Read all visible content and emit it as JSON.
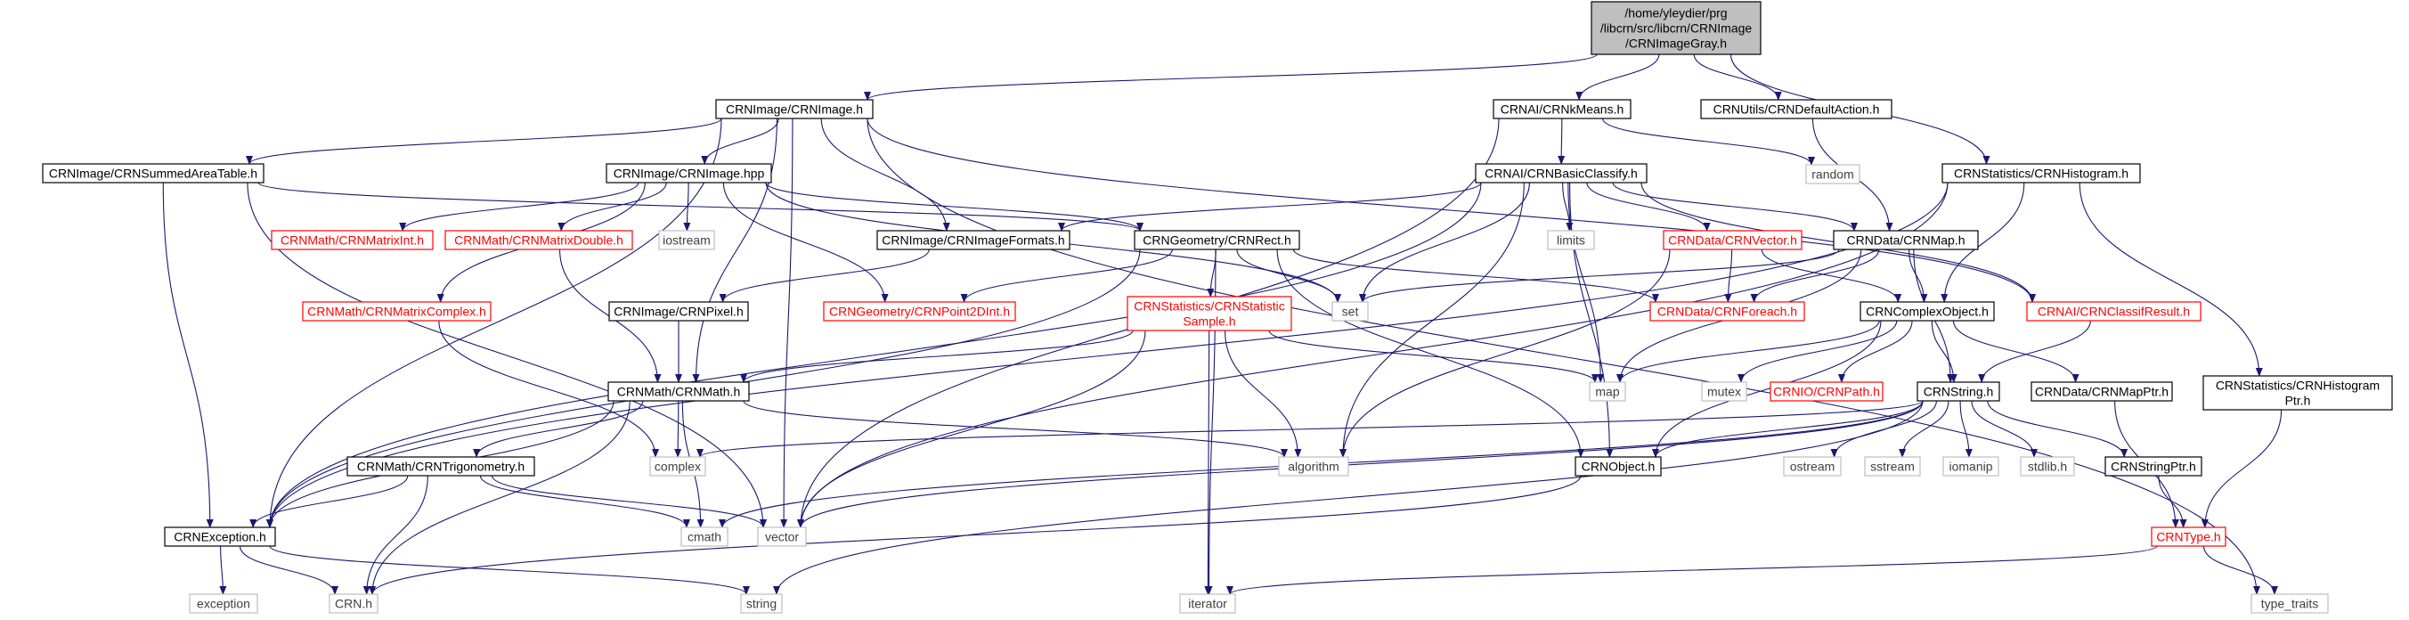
{
  "colors": {
    "edge": "#191970",
    "root_fill": "#bfbfbf",
    "local_border": "#000000",
    "truncated_border": "#ff0000",
    "system_border": "#bfbfbf",
    "local_text": "#000000",
    "truncated_text": "#ff0000",
    "system_text": "#3f3f3f"
  },
  "nodes": {
    "root": {
      "lines": [
        "/home/yleydier/prg",
        "/libcrn/src/libcrn/CRNImage",
        "/CRNImageGray.h"
      ],
      "kind": "root"
    },
    "crnimage_h": {
      "lines": [
        "CRNImage/CRNImage.h"
      ],
      "kind": "local"
    },
    "kmeans": {
      "lines": [
        "CRNAI/CRNkMeans.h"
      ],
      "kind": "local"
    },
    "defaultaction": {
      "lines": [
        "CRNUtils/CRNDefaultAction.h"
      ],
      "kind": "local"
    },
    "histogram": {
      "lines": [
        "CRNStatistics/CRNHistogram.h"
      ],
      "kind": "local"
    },
    "summedarea": {
      "lines": [
        "CRNImage/CRNSummedAreaTable.h"
      ],
      "kind": "local"
    },
    "crnimage_hpp": {
      "lines": [
        "CRNImage/CRNImage.hpp"
      ],
      "kind": "local"
    },
    "basicclassify": {
      "lines": [
        "CRNAI/CRNBasicClassify.h"
      ],
      "kind": "local"
    },
    "random": {
      "lines": [
        "random"
      ],
      "kind": "system"
    },
    "matrixint": {
      "lines": [
        "CRNMath/CRNMatrixInt.h"
      ],
      "kind": "truncated"
    },
    "matrixdouble": {
      "lines": [
        "CRNMath/CRNMatrixDouble.h"
      ],
      "kind": "truncated"
    },
    "iostream": {
      "lines": [
        "iostream"
      ],
      "kind": "system"
    },
    "imageformats": {
      "lines": [
        "CRNImage/CRNImageFormats.h"
      ],
      "kind": "local"
    },
    "rect": {
      "lines": [
        "CRNGeometry/CRNRect.h"
      ],
      "kind": "local"
    },
    "limits": {
      "lines": [
        "limits"
      ],
      "kind": "system"
    },
    "vector_h": {
      "lines": [
        "CRNData/CRNVector.h"
      ],
      "kind": "truncated"
    },
    "map_h": {
      "lines": [
        "CRNData/CRNMap.h"
      ],
      "kind": "local"
    },
    "classifresult": {
      "lines": [
        "CRNAI/CRNClassifResult.h"
      ],
      "kind": "truncated"
    },
    "matrixcomplex": {
      "lines": [
        "CRNMath/CRNMatrixComplex.h"
      ],
      "kind": "truncated"
    },
    "pixel": {
      "lines": [
        "CRNImage/CRNPixel.h"
      ],
      "kind": "local"
    },
    "point2dint": {
      "lines": [
        "CRNGeometry/CRNPoint2DInt.h"
      ],
      "kind": "truncated"
    },
    "statsample": {
      "lines": [
        "CRNStatistics/CRNStatistic",
        "Sample.h"
      ],
      "kind": "truncated"
    },
    "set": {
      "lines": [
        "set"
      ],
      "kind": "system"
    },
    "foreach": {
      "lines": [
        "CRNData/CRNForeach.h"
      ],
      "kind": "truncated"
    },
    "complexobject": {
      "lines": [
        "CRNComplexObject.h"
      ],
      "kind": "local"
    },
    "histogramptr": {
      "lines": [
        "CRNStatistics/CRNHistogram",
        "Ptr.h"
      ],
      "kind": "local"
    },
    "crnmath": {
      "lines": [
        "CRNMath/CRNMath.h"
      ],
      "kind": "local"
    },
    "map": {
      "lines": [
        "map"
      ],
      "kind": "system"
    },
    "mutex": {
      "lines": [
        "mutex"
      ],
      "kind": "system"
    },
    "crnpath": {
      "lines": [
        "CRNIO/CRNPath.h"
      ],
      "kind": "truncated"
    },
    "crnstring": {
      "lines": [
        "CRNString.h"
      ],
      "kind": "local"
    },
    "mapptr": {
      "lines": [
        "CRNData/CRNMapPtr.h"
      ],
      "kind": "local"
    },
    "complex": {
      "lines": [
        "complex"
      ],
      "kind": "system"
    },
    "trigonometry": {
      "lines": [
        "CRNMath/CRNTrigonometry.h"
      ],
      "kind": "local"
    },
    "algorithm": {
      "lines": [
        "algorithm"
      ],
      "kind": "system"
    },
    "crnobject": {
      "lines": [
        "CRNObject.h"
      ],
      "kind": "local"
    },
    "ostream": {
      "lines": [
        "ostream"
      ],
      "kind": "system"
    },
    "sstream": {
      "lines": [
        "sstream"
      ],
      "kind": "system"
    },
    "iomanip": {
      "lines": [
        "iomanip"
      ],
      "kind": "system"
    },
    "stdlib": {
      "lines": [
        "stdlib.h"
      ],
      "kind": "system"
    },
    "stringptr": {
      "lines": [
        "CRNStringPtr.h"
      ],
      "kind": "local"
    },
    "exception_h": {
      "lines": [
        "CRNException.h"
      ],
      "kind": "local"
    },
    "cmath": {
      "lines": [
        "cmath"
      ],
      "kind": "system"
    },
    "vector": {
      "lines": [
        "vector"
      ],
      "kind": "system"
    },
    "crntype": {
      "lines": [
        "CRNType.h"
      ],
      "kind": "truncated"
    },
    "exception": {
      "lines": [
        "exception"
      ],
      "kind": "system"
    },
    "crn_h": {
      "lines": [
        "CRN.h"
      ],
      "kind": "system"
    },
    "string": {
      "lines": [
        "string"
      ],
      "kind": "system"
    },
    "iterator": {
      "lines": [
        "iterator"
      ],
      "kind": "system"
    },
    "type_traits": {
      "lines": [
        "type_traits"
      ],
      "kind": "system"
    }
  },
  "edges": [
    [
      "root",
      "crnimage_h"
    ],
    [
      "root",
      "kmeans"
    ],
    [
      "root",
      "defaultaction"
    ],
    [
      "root",
      "histogram"
    ],
    [
      "crnimage_h",
      "summedarea"
    ],
    [
      "crnimage_h",
      "crnimage_hpp"
    ],
    [
      "crnimage_h",
      "exception_h"
    ],
    [
      "crnimage_h",
      "imageformats"
    ],
    [
      "crnimage_h",
      "crnmath"
    ],
    [
      "crnimage_h",
      "vector"
    ],
    [
      "crnimage_h",
      "classifresult"
    ],
    [
      "crnimage_h",
      "type_traits"
    ],
    [
      "kmeans",
      "basicclassify"
    ],
    [
      "kmeans",
      "random"
    ],
    [
      "kmeans",
      "vector"
    ],
    [
      "defaultaction",
      "map_h"
    ],
    [
      "histogram",
      "complexobject"
    ],
    [
      "histogram",
      "histogramptr"
    ],
    [
      "histogram",
      "exception_h"
    ],
    [
      "histogram",
      "vector"
    ],
    [
      "summedarea",
      "exception_h"
    ],
    [
      "summedarea",
      "rect"
    ],
    [
      "summedarea",
      "vector"
    ],
    [
      "crnimage_hpp",
      "matrixint"
    ],
    [
      "crnimage_hpp",
      "matrixdouble"
    ],
    [
      "crnimage_hpp",
      "iostream"
    ],
    [
      "crnimage_hpp",
      "matrixcomplex"
    ],
    [
      "crnimage_hpp",
      "rect"
    ],
    [
      "crnimage_hpp",
      "point2dint"
    ],
    [
      "crnimage_hpp",
      "set"
    ],
    [
      "basicclassify",
      "imageformats"
    ],
    [
      "basicclassify",
      "limits"
    ],
    [
      "basicclassify",
      "vector_h"
    ],
    [
      "basicclassify",
      "map_h"
    ],
    [
      "basicclassify",
      "classifresult"
    ],
    [
      "basicclassify",
      "set"
    ],
    [
      "basicclassify",
      "map"
    ],
    [
      "basicclassify",
      "algorithm"
    ],
    [
      "basicclassify",
      "crnobject"
    ],
    [
      "basicclassify",
      "exception_h"
    ],
    [
      "imageformats",
      "pixel"
    ],
    [
      "rect",
      "point2dint"
    ],
    [
      "rect",
      "statsample"
    ],
    [
      "rect",
      "set"
    ],
    [
      "rect",
      "foreach"
    ],
    [
      "rect",
      "crnobject"
    ],
    [
      "rect",
      "iterator"
    ],
    [
      "rect",
      "exception_h"
    ],
    [
      "vector_h",
      "foreach"
    ],
    [
      "vector_h",
      "complexobject"
    ],
    [
      "vector_h",
      "algorithm"
    ],
    [
      "map_h",
      "complexobject"
    ],
    [
      "map_h",
      "foreach"
    ],
    [
      "map_h",
      "map"
    ],
    [
      "map_h",
      "set"
    ],
    [
      "map_h",
      "crnstring"
    ],
    [
      "classifresult",
      "crnstring"
    ],
    [
      "matrixdouble",
      "crnmath"
    ],
    [
      "matrixcomplex",
      "complex"
    ],
    [
      "pixel",
      "crnmath"
    ],
    [
      "statsample",
      "crnmath"
    ],
    [
      "statsample",
      "map"
    ],
    [
      "statsample",
      "algorithm"
    ],
    [
      "statsample",
      "vector"
    ],
    [
      "statsample",
      "iterator"
    ],
    [
      "complexobject",
      "map"
    ],
    [
      "complexobject",
      "mutex"
    ],
    [
      "complexobject",
      "crnpath"
    ],
    [
      "complexobject",
      "crnstring"
    ],
    [
      "complexobject",
      "mapptr"
    ],
    [
      "complexobject",
      "crnobject"
    ],
    [
      "histogramptr",
      "crntype"
    ],
    [
      "crnmath",
      "complex"
    ],
    [
      "crnmath",
      "trigonometry"
    ],
    [
      "crnmath",
      "algorithm"
    ],
    [
      "crnmath",
      "cmath"
    ],
    [
      "crnmath",
      "crn_h"
    ],
    [
      "crnmath",
      "exception_h"
    ],
    [
      "crnstring",
      "complex"
    ],
    [
      "crnstring",
      "crnobject"
    ],
    [
      "crnstring",
      "ostream"
    ],
    [
      "crnstring",
      "sstream"
    ],
    [
      "crnstring",
      "iomanip"
    ],
    [
      "crnstring",
      "stdlib"
    ],
    [
      "crnstring",
      "stringptr"
    ],
    [
      "crnstring",
      "vector"
    ],
    [
      "crnstring",
      "string"
    ],
    [
      "crnstring",
      "cmath"
    ],
    [
      "mapptr",
      "crntype"
    ],
    [
      "trigonometry",
      "exception_h"
    ],
    [
      "trigonometry",
      "cmath"
    ],
    [
      "trigonometry",
      "crn_h"
    ],
    [
      "trigonometry",
      "vector"
    ],
    [
      "crnobject",
      "crn_h"
    ],
    [
      "stringptr",
      "crntype"
    ],
    [
      "exception_h",
      "exception"
    ],
    [
      "exception_h",
      "crn_h"
    ],
    [
      "exception_h",
      "string"
    ],
    [
      "crntype",
      "type_traits"
    ],
    [
      "crntype",
      "iterator"
    ]
  ]
}
